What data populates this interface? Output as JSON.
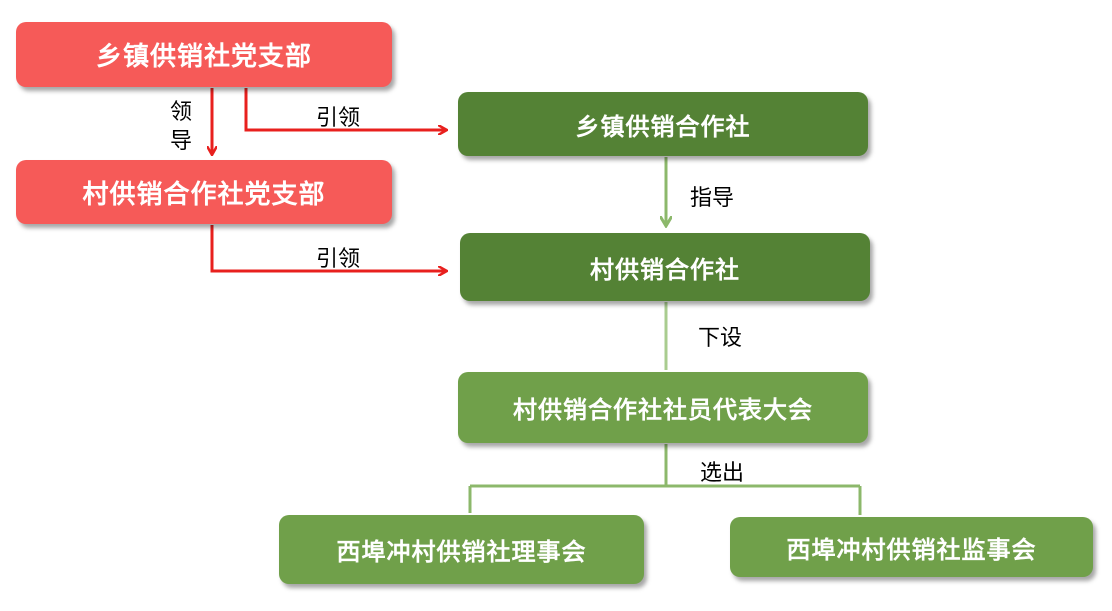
{
  "nodes": {
    "town_party": "乡镇供销社党支部",
    "village_party": "村供销合作社党支部",
    "town_coop": "乡镇供销合作社",
    "village_coop": "村供销合作社",
    "member_congress": "村供销合作社社员代表大会",
    "council": "西埠冲村供销社理事会",
    "supervisory": "西埠冲村供销社监事会"
  },
  "edges": {
    "lead_char1": "领",
    "lead_char2": "导",
    "guide_top": "引领",
    "guide_bottom": "引领",
    "direct": "指导",
    "establish": "下设",
    "elect": "选出"
  },
  "colors": {
    "party_box": "#f65a58",
    "party_arrow": "#e8201e",
    "coop_dark": "#548235",
    "coop_light": "#70a04a",
    "green_line": "#8cb86b"
  }
}
